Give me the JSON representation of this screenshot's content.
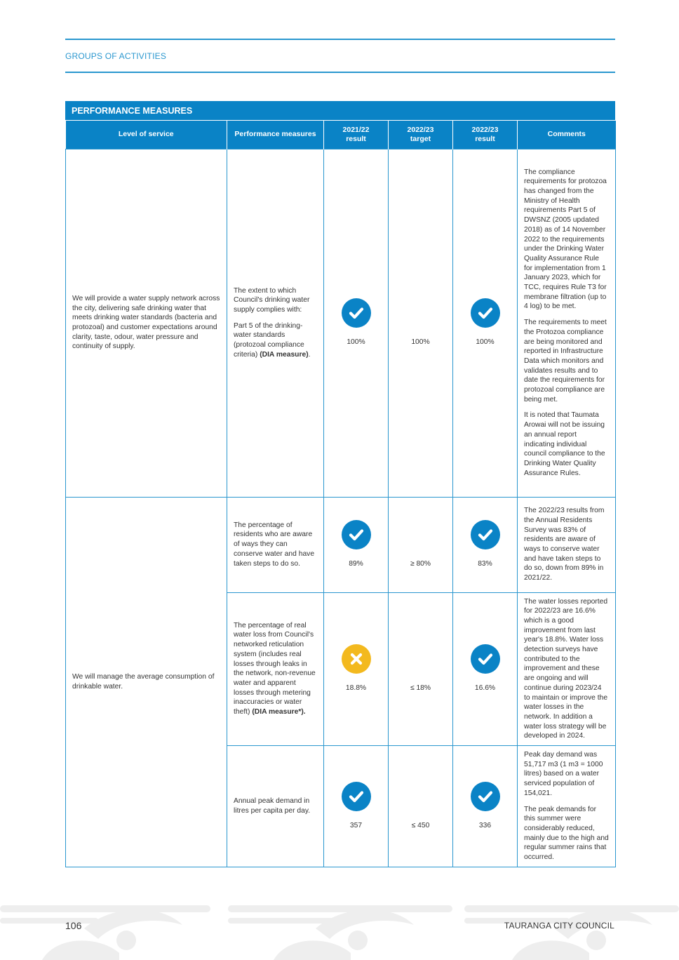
{
  "header": {
    "section": "GROUPS OF ACTIVITIES"
  },
  "table": {
    "title": "PERFORMANCE MEASURES",
    "columns": {
      "level": "Level of service",
      "measure": "Performance measures",
      "r2122_l1": "2021/22",
      "r2122_l2": "result",
      "t2223_l1": "2022/23",
      "t2223_l2": "target",
      "r2223_l1": "2022/23",
      "r2223_l2": "result",
      "comments": "Comments"
    },
    "group1": {
      "level": "We will provide a water supply network across the city, delivering safe drinking water that meets drinking water standards (bacteria and protozoal) and customer expectations around clarity, taste, odour, water pressure and continuity of supply.",
      "row": {
        "measure_p1": "The extent to which Council's drinking water supply complies with:",
        "measure_p2": "Part 5 of the drinking-water standards (protozoal compliance criteria)",
        "measure_p2_bold": "(DIA measure)",
        "measure_p2_end": ".",
        "r2122": "100%",
        "r2122_status": "achieved",
        "target": "100%",
        "r2223": "100%",
        "r2223_status": "achieved",
        "comment_p1": "The compliance requirements for protozoa has changed from the Ministry of Health requirements Part 5 of DWSNZ (2005 updated 2018) as of 14 November 2022 to the requirements under the Drinking Water Quality Assurance Rule for implementation from 1 January 2023, which for TCC, requires Rule T3 for membrane filtration (up to 4 log) to be met.",
        "comment_p2": "The requirements to meet the Protozoa compliance are being monitored and reported in Infrastructure Data which monitors and validates results and to date the requirements for protozoal compliance are being met.",
        "comment_p3": "It is noted that Taumata Arowai will not be issuing an annual report indicating individual council compliance to the Drinking Water Quality Assurance Rules."
      }
    },
    "group2": {
      "level": "We will manage the average consumption of drinkable water.",
      "rows": [
        {
          "measure": "The percentage of residents who are aware of ways they can conserve water and have taken steps to do so.",
          "r2122": "89%",
          "r2122_status": "achieved",
          "target": "≥ 80%",
          "r2223": "83%",
          "r2223_status": "achieved",
          "comment": "The 2022/23 results from the Annual Residents Survey was 83% of residents are aware of ways to conserve water and have taken steps to do so, down from 89% in 2021/22."
        },
        {
          "measure": "The percentage of real water loss from Council's networked reticulation system (includes real losses through leaks in the network, non-revenue water and apparent losses through metering inaccuracies or water theft)",
          "measure_bold": "(DIA measure*).",
          "r2122": "18.8%",
          "r2122_status": "not achieved",
          "target": "≤ 18%",
          "r2223": "16.6%",
          "r2223_status": "achieved",
          "comment": "The water losses reported for 2022/23 are 16.6% which is a good improvement from last year's 18.8%. Water loss detection surveys have contributed to the improvement and these are ongoing and will continue during 2023/24 to maintain or improve the water losses in the network. In addition a water loss strategy will be developed in 2024."
        },
        {
          "measure": "Annual peak demand in litres per capita per day.",
          "r2122": "357",
          "r2122_status": "achieved",
          "target": "≤ 450",
          "r2223": "336",
          "r2223_status": "achieved",
          "comment_p1": "Peak day demand was 51,717 m3 (1 m3 = 1000 litres) based on a water serviced population of 154,021.",
          "comment_p2": "The peak demands for this summer were considerably reduced, mainly due to the high and regular summer rains that occurred."
        }
      ]
    }
  },
  "footer": {
    "page": "106",
    "org": "TAURANGA CITY COUNCIL"
  },
  "colors": {
    "accent": "#0a83c6",
    "rule": "#2a97cf",
    "pass": "#0a83c6",
    "fail": "#f3b91e"
  },
  "icons": {
    "pass": "check-circle-icon",
    "fail": "cross-circle-icon"
  }
}
